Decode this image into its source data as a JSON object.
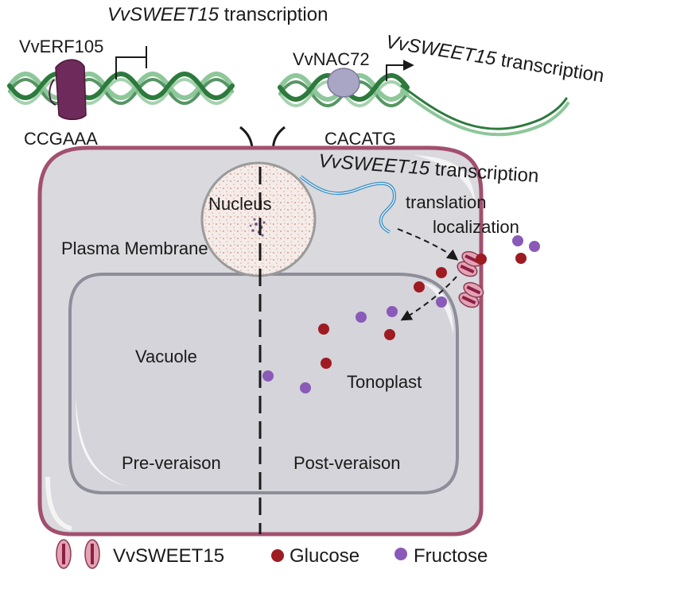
{
  "labels": {
    "top_gene": "VvSWEET15",
    "top_suffix": " transcription",
    "erf": "VvERF105",
    "erf_motif": "CCGAAA",
    "nac": "VvNAC72",
    "nac_motif": "CACATG",
    "nac_gene": "VvSWEET15",
    "nac_suffix": " transcription",
    "mid_gene": "VvSWEET15",
    "mid_suffix": " transcription",
    "translation": "translation",
    "localization": "localization",
    "nucleus": "Nucleus",
    "plasma_membrane": "Plasma Membrane",
    "vacuole": "Vacuole",
    "tonoplast": "Tonoplast",
    "pre_veraison": "Pre-veraison",
    "post_veraison": "Post-veraison"
  },
  "legend": {
    "transporter": "VvSWEET15",
    "glucose": "Glucose",
    "fructose": "Fructose"
  },
  "colors": {
    "glucose": "#9e1b22",
    "fructose": "#8a5ab8",
    "membrane": "#a2506f",
    "cell_fill": "#d9d9de",
    "dna_dark": "#2d7a3d",
    "dna_light": "#8ec79a",
    "erf_protein": "#6e2a5a",
    "nac_protein": "#a9a5c4",
    "mrna": "#3a8fc4"
  }
}
